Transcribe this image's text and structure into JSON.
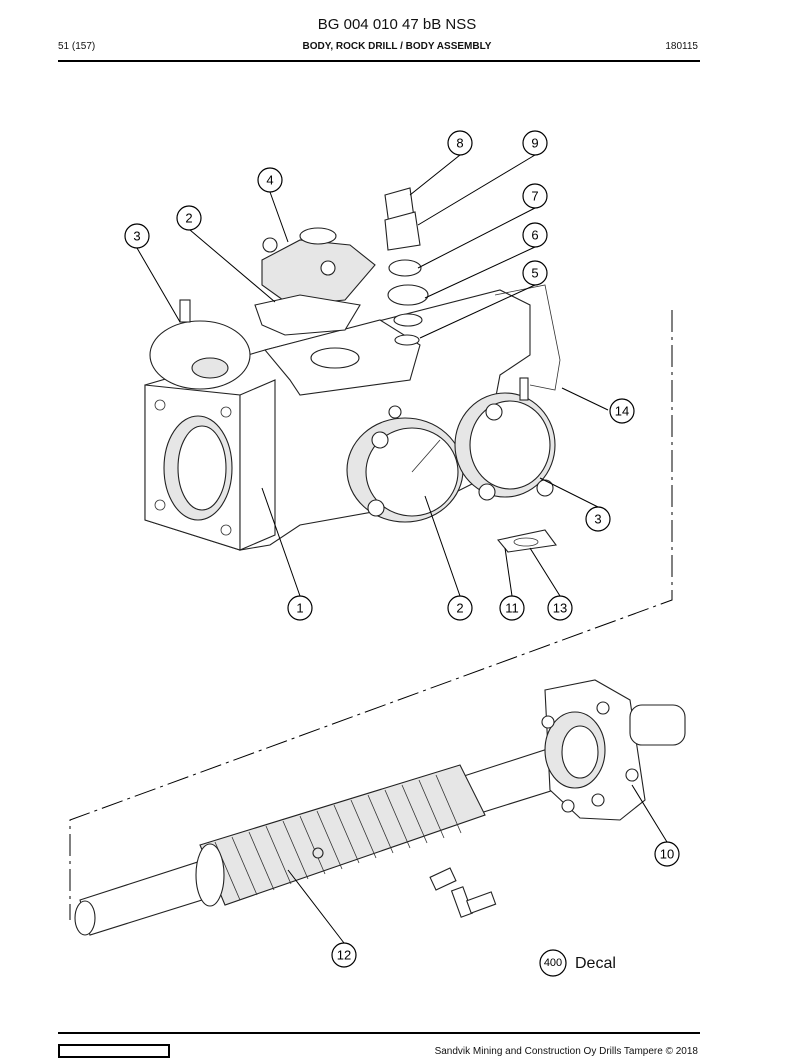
{
  "header": {
    "doc_title": "BG 004 010 47 bB NSS",
    "page": "51 (157)",
    "section": "BODY, ROCK DRILL / BODY ASSEMBLY",
    "date": "180115"
  },
  "callouts": {
    "c1": "1",
    "c2a": "2",
    "c2b": "2",
    "c3a": "3",
    "c3b": "3",
    "c4": "4",
    "c5": "5",
    "c6": "6",
    "c7": "7",
    "c8": "8",
    "c9": "9",
    "c10": "10",
    "c11": "11",
    "c12": "12",
    "c13": "13",
    "c14": "14",
    "c400": "400"
  },
  "decal": {
    "label": "Decal"
  },
  "footer": {
    "copyright": "Sandvik Mining and Construction Oy Drills Tampere © 2018"
  }
}
